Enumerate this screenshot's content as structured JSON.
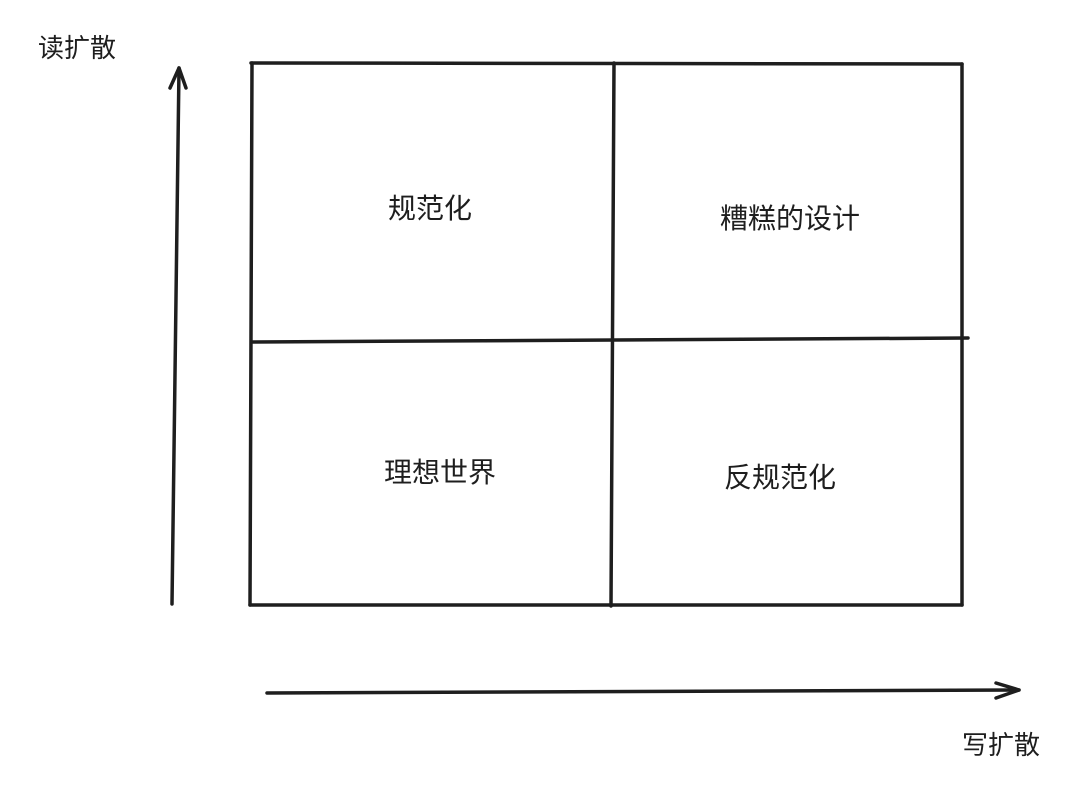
{
  "axes": {
    "y_label": "读扩散",
    "x_label": "写扩散"
  },
  "quadrants": {
    "top_left": "规范化",
    "top_right": "糟糕的设计",
    "bottom_left": "理想世界",
    "bottom_right": "反规范化"
  },
  "style": {
    "stroke_color": "#1e1e1e",
    "background": "#ffffff"
  }
}
